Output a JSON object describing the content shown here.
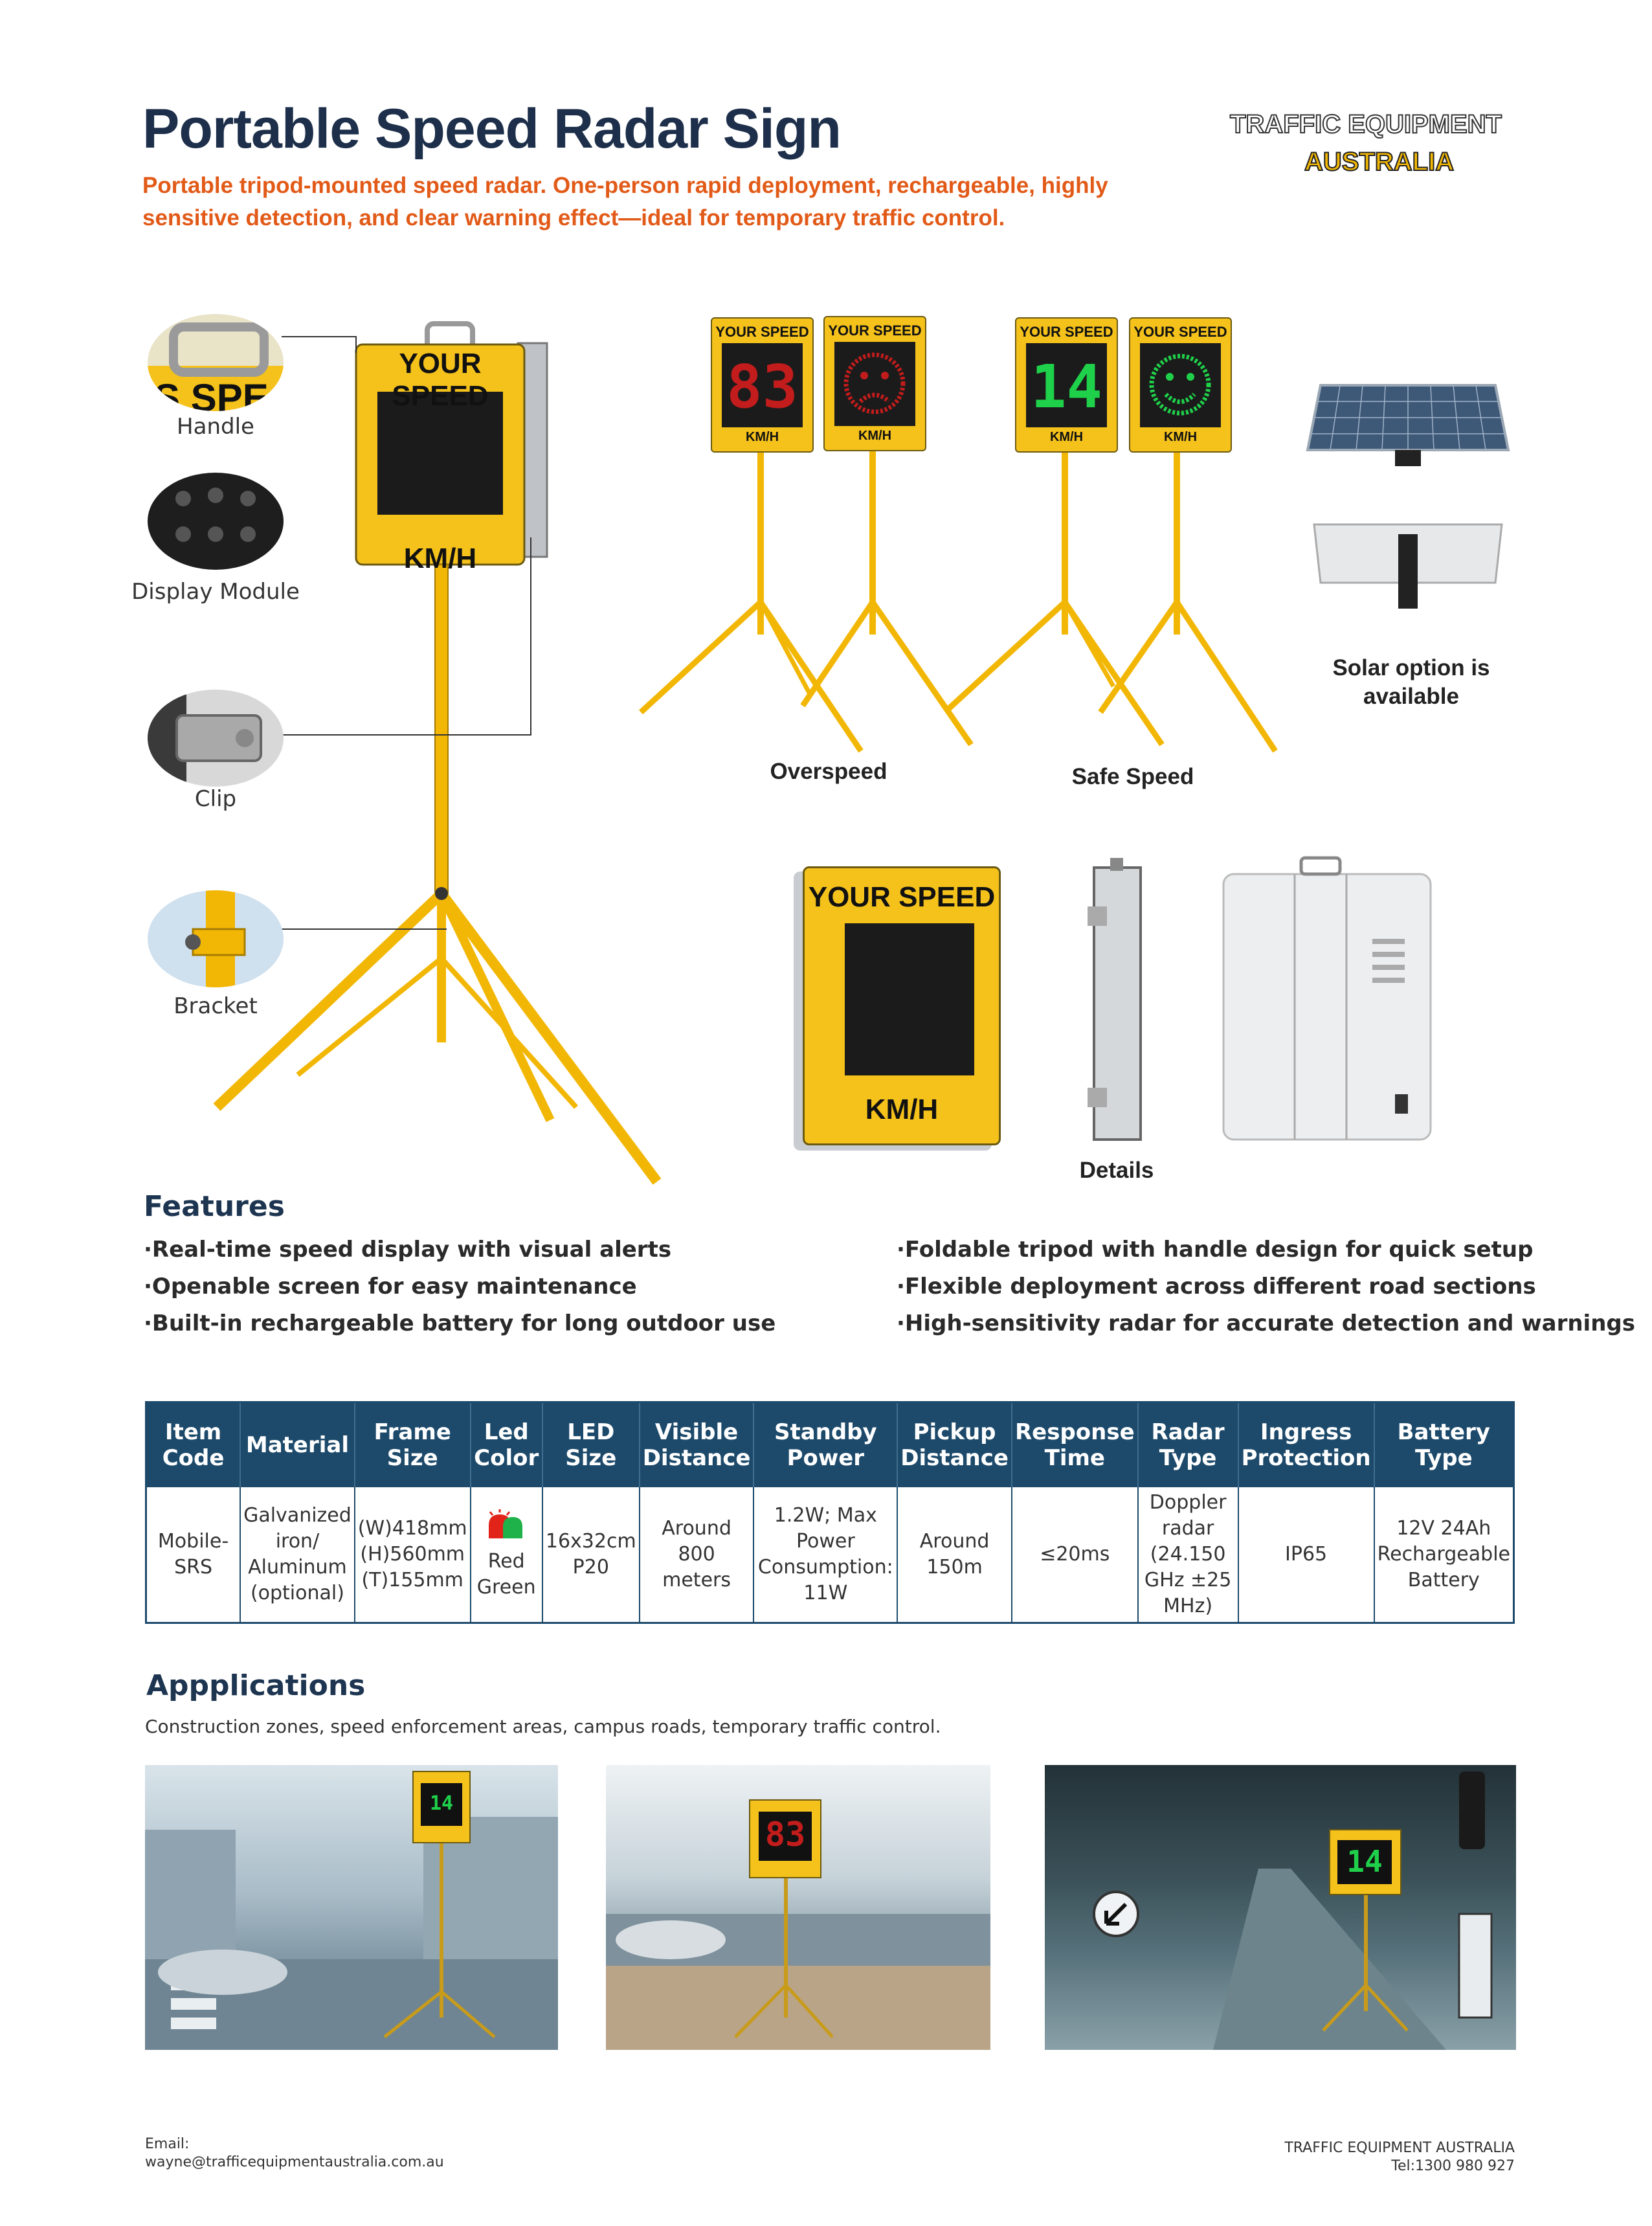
{
  "header": {
    "title": "Portable Speed Radar Sign",
    "subtitle": "Portable tripod-mounted speed radar. One-person rapid deployment, rechargeable, highly sensitive detection, and clear warning effect—ideal for temporary traffic control.",
    "brand_line1": "TRAFFIC EQUIPMENT",
    "brand_line2": "AUSTRALIA"
  },
  "sign": {
    "heading": "YOUR SPEED",
    "unit": "KM/H"
  },
  "callouts": [
    {
      "label": "Handle"
    },
    {
      "label": "Display Module"
    },
    {
      "label": "Clip"
    },
    {
      "label": "Bracket"
    }
  ],
  "variants": {
    "overspeed_caption": "Overspeed",
    "safe_caption": "Safe Speed",
    "overspeed_value": "83",
    "safe_value": "14",
    "solar_caption": "Solar option is available",
    "details_caption": "Details"
  },
  "features": {
    "heading": "Features",
    "left": [
      "·Real-time speed display with visual alerts",
      "·Openable screen for easy maintenance",
      "·Built-in rechargeable battery for long outdoor use"
    ],
    "right": [
      "·Foldable tripod with handle design for quick setup",
      "·Flexible deployment across different road sections",
      "·High-sensitivity radar for accurate detection and warnings"
    ]
  },
  "spec_table": {
    "headers": [
      "Item Code",
      "Material",
      "Frame Size",
      "Led Color",
      "LED Size",
      "Visible Distance",
      "Standby Power",
      "Pickup Distance",
      "Response Time",
      "Radar Type",
      "Ingress Protection",
      "Battery Type"
    ],
    "row": {
      "item_code": "Mobile-SRS",
      "material": "Galvanized iron/ Aluminum (optional)",
      "frame_size": "(W)418mm (H)560mm (T)155mm",
      "led_color": "Red Green",
      "led_size": "16x32cm P20",
      "visible_distance": "Around 800 meters",
      "standby_power": "1.2W; Max Power Consumption: 11W",
      "pickup_distance": "Around 150m",
      "response_time": "≤20ms",
      "radar_type": "Doppler radar (24.150 GHz ±25 MHz)",
      "ingress_protection": "IP65",
      "battery_type": "12V 24Ah Rechargeable Battery"
    }
  },
  "applications": {
    "heading": "Appplications",
    "text": "Construction zones, speed enforcement areas, campus roads, temporary traffic control.",
    "photo_values": [
      "14",
      "83",
      "14"
    ]
  },
  "footer": {
    "email_label": "Email:",
    "email": "wayne@trafficequipmentaustralia.com.au",
    "company": "TRAFFIC EQUIPMENT AUSTRALIA",
    "tel": "Tel:1300 980 927"
  },
  "colors": {
    "title": "#1d2f4a",
    "subtitle": "#e25a18",
    "sign_yellow": "#f5c21b",
    "tripod_yellow": "#f2b705",
    "table_header": "#1d4a6b",
    "led_red": "#e2231a",
    "led_green": "#1fd14a"
  }
}
